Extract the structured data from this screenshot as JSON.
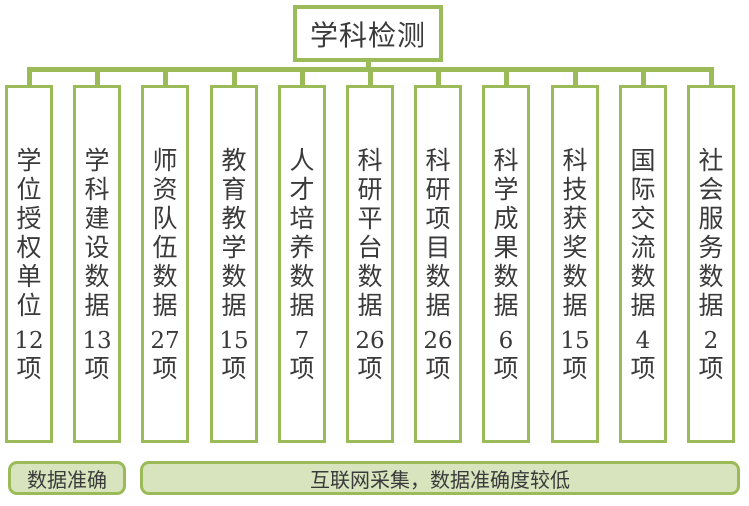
{
  "root": {
    "label": "学科检测"
  },
  "columns": [
    {
      "name": "学位授权单位",
      "count": "12",
      "unit": "项"
    },
    {
      "name": "学科建设数据",
      "count": "13",
      "unit": "项"
    },
    {
      "name": "师资队伍数据",
      "count": "27",
      "unit": "项"
    },
    {
      "name": "教育教学数据",
      "count": "15",
      "unit": "项"
    },
    {
      "name": "人才培养数据",
      "count": "7",
      "unit": "项"
    },
    {
      "name": "科研平台数据",
      "count": "26",
      "unit": "项"
    },
    {
      "name": "科研项目数据",
      "count": "26",
      "unit": "项"
    },
    {
      "name": "科学成果数据",
      "count": "6",
      "unit": "项"
    },
    {
      "name": "科技获奖数据",
      "count": "15",
      "unit": "项"
    },
    {
      "name": "国际交流数据",
      "count": "4",
      "unit": "项"
    },
    {
      "name": "社会服务数据",
      "count": "2",
      "unit": "项"
    }
  ],
  "footnotes": [
    {
      "label": "数据准确"
    },
    {
      "label": "互联网采集，数据准确度较低"
    }
  ],
  "colors": {
    "accent_border": "#9BBB59",
    "footnote_fill": "#D7E4BD",
    "text": "#3A3A3A",
    "background": "#FFFFFF"
  },
  "layout_meta": {
    "column_count": "11"
  }
}
